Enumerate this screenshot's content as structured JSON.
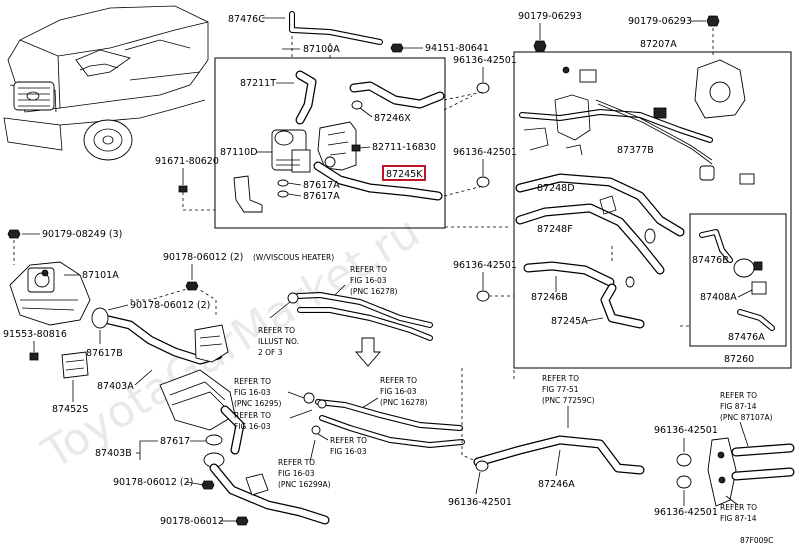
{
  "watermark": "ToyotaGarMarket.ru",
  "diagram_code": "87F009C",
  "callouts": {
    "c87476c": "87476C",
    "c87100a": "87100A",
    "c94151": "94151-80641",
    "c90179_top": "90179-06293",
    "c90179_top2": "90179-06293",
    "c87207a": "87207A",
    "c96136_a": "96136-42501",
    "c87211t": "87211T",
    "c87246x": "87246X",
    "c87110d": "87110D",
    "c82711": "82711-16830",
    "c96136_b": "96136-42501",
    "c87245k": "87245K",
    "c87617a_1": "87617A",
    "c87617a_2": "87617A",
    "c91671": "91671-80620",
    "c87377b": "87377B",
    "c87248d": "87248D",
    "c87248f": "87248F",
    "c87476b": "87476B",
    "c90179_08249": "90179-08249 (3)",
    "c87101a": "87101A",
    "c90178_a": "90178-06012 (2)",
    "c90178_b": "90178-06012 (2)",
    "c91553": "91553-80816",
    "c87617b": "87617B",
    "c87403a": "87403A",
    "c87452s": "87452S",
    "c96136_c": "96136-42501",
    "c87246b": "87246B",
    "c87408a": "87408A",
    "c87245a": "87245A",
    "c87476a": "87476A",
    "c87260": "87260",
    "c87403b": "87403B",
    "c87617": "87617",
    "c90178_c": "90178-06012 (2)",
    "c90178_d": "90178-06012",
    "c87246a": "87246A",
    "c96136_d": "96136-42501",
    "c96136_e": "96136-42501",
    "c96136_f": "96136-42501"
  },
  "notes": {
    "viscous": "(W/VISCOUS HEATER)",
    "refer_16_03_a": [
      "REFER TO",
      "FIG 16-03",
      "(PNC 16278)"
    ],
    "refer_illust": [
      "REFER TO",
      "ILLUST NO.",
      "2 OF 3"
    ],
    "refer_16_03_b": [
      "REFER TO",
      "FIG 16-03",
      "(PNC 16295)"
    ],
    "refer_16_03_c": [
      "REFER TO",
      "FIG 16-03"
    ],
    "refer_16_03_d": [
      "REFER TO",
      "FIG 16-03",
      "(PNC 16278)"
    ],
    "refer_16_03_e": [
      "REFER TO",
      "FIG 16-03"
    ],
    "refer_16_03_f": [
      "REFER TO",
      "FIG 16-03",
      "(PNC 16299A)"
    ],
    "refer_77_51": [
      "REFER TO",
      "FIG 77-51",
      "(PNC 77259C)"
    ],
    "refer_87_14_a": [
      "REFER TO",
      "FIG 87-14",
      "(PNC 87107A)"
    ],
    "refer_87_14_b": [
      "REFER TO",
      "FIG 87-14"
    ]
  }
}
